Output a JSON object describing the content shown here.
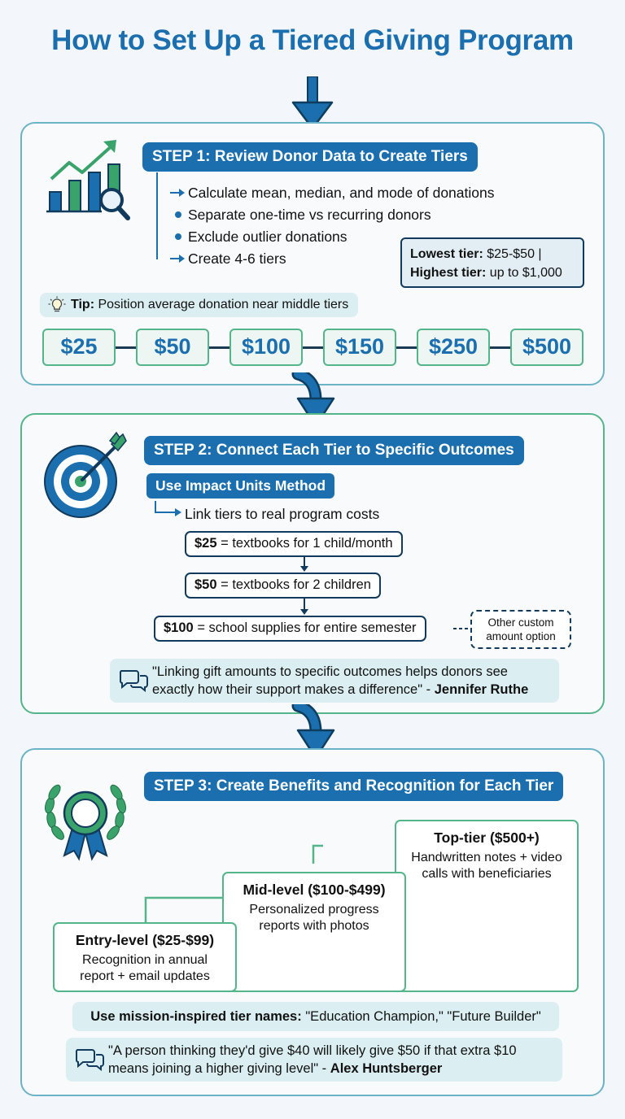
{
  "title": "How to Set Up a Tiered Giving Program",
  "colors": {
    "brand_blue": "#1b6fae",
    "navy": "#113a5c",
    "green": "#55b58a",
    "teal_border": "#6bb3c6",
    "light_teal": "#dbeef1"
  },
  "step1": {
    "icon": "bar-chart-magnifier-icon",
    "heading": "STEP 1: Review Donor Data to Create Tiers",
    "bullets": [
      "Calculate mean, median, and mode of donations",
      "Separate one-time vs recurring donors",
      "Exclude outlier donations",
      "Create 4-6 tiers"
    ],
    "range": {
      "lowest_label": "Lowest tier:",
      "lowest_value": "$25-$50 |",
      "highest_label": "Highest tier:",
      "highest_value": "up to $1,000"
    },
    "tip": {
      "label": "Tip:",
      "text": "Position average donation near middle tiers"
    },
    "tiers": [
      "$25",
      "$50",
      "$100",
      "$150",
      "$250",
      "$500"
    ]
  },
  "step2": {
    "icon": "target-arrow-icon",
    "heading": "STEP 2: Connect Each Tier to Specific Outcomes",
    "method": "Use Impact Units Method",
    "method_detail": "Link tiers to real program costs",
    "outcomes": [
      {
        "amount": "$25",
        "text": "= textbooks for 1 child/month"
      },
      {
        "amount": "$50",
        "text": "= textbooks for 2 children"
      },
      {
        "amount": "$100",
        "text": "= school supplies for entire semester"
      }
    ],
    "custom_option": {
      "line1": "Other custom",
      "line2": "amount option"
    },
    "quote": {
      "line1": "\"Linking gift amounts to specific outcomes helps donors see",
      "line2": "exactly how their support makes a difference\" -",
      "author": "Jennifer Ruthe"
    }
  },
  "step3": {
    "icon": "award-ribbon-laurel-icon",
    "heading": "STEP 3: Create Benefits and Recognition for Each Tier",
    "levels": [
      {
        "name": "Entry-level ($25-$99)",
        "line1": "Recognition in annual",
        "line2": "report + email updates"
      },
      {
        "name": "Mid-level ($100-$499)",
        "line1": "Personalized progress",
        "line2": "reports with photos"
      },
      {
        "name": "Top-tier ($500+)",
        "line1": "Handwritten notes + video",
        "line2": "calls with beneficiaries"
      }
    ],
    "names": {
      "label": "Use mission-inspired tier names:",
      "text": "\"Education Champion,\" \"Future Builder\""
    },
    "quote": {
      "line1": "\"A person thinking they'd give $40 will likely give $50 if that extra $10",
      "line2": "means joining a higher giving level\" -",
      "author": "Alex Huntsberger"
    }
  }
}
